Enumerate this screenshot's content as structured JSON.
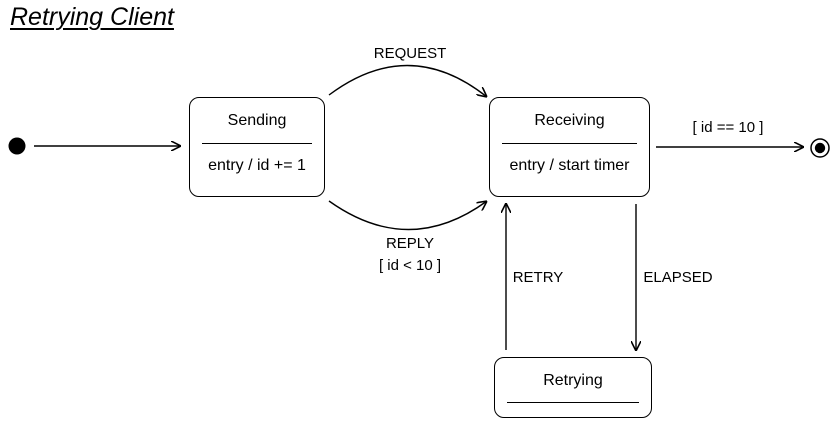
{
  "title": "Retrying Client",
  "states": {
    "sending": {
      "name": "Sending",
      "action": "entry / id += 1"
    },
    "receiving": {
      "name": "Receiving",
      "action": "entry / start timer"
    },
    "retrying": {
      "name": "Retrying"
    }
  },
  "transitions": {
    "request": {
      "event": "REQUEST"
    },
    "reply": {
      "event": "REPLY",
      "guard": "[ id < 10 ]"
    },
    "finish": {
      "guard": "[ id == 10 ]"
    },
    "elapsed": {
      "event": "ELAPSED"
    },
    "retry": {
      "event": "RETRY"
    }
  }
}
